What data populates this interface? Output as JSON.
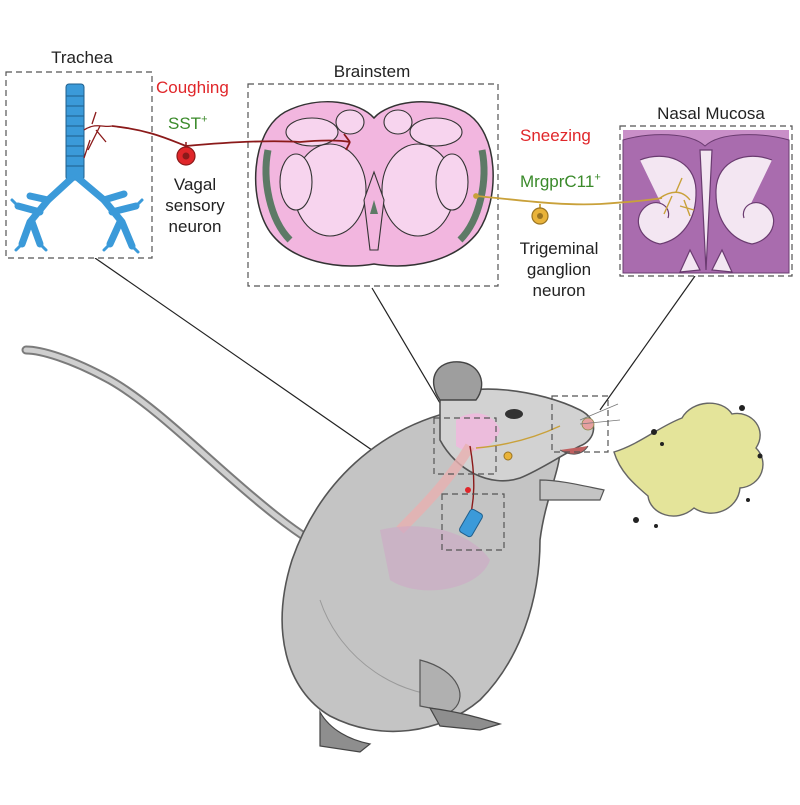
{
  "panels": {
    "trachea": "Trachea",
    "brainstem": "Brainstem",
    "nasal": "Nasal Mucosa"
  },
  "cough": {
    "reflex": "Coughing",
    "marker": "SST",
    "marker_sup": "+",
    "neuron_line1": "Vagal",
    "neuron_line2": "sensory",
    "neuron_line3": "neuron"
  },
  "sneeze": {
    "reflex": "Sneezing",
    "marker": "MrgprC11",
    "marker_sup": "+",
    "neuron_line1": "Trigeminal",
    "neuron_line2": "ganglion",
    "neuron_line3": "neuron"
  },
  "colors": {
    "reflex_red": "#e0262a",
    "marker_green": "#3a8a2a",
    "vagal_nerve": "#8b1a1a",
    "trigeminal_nerve": "#c9a13a",
    "trachea_blue": "#3b9ad9",
    "brainstem_pink": "#f2b6df",
    "mucosa_purple": "#a96cae",
    "mouse_gray": "#bdbdbd",
    "sneeze_yellow": "#e4e49a"
  }
}
